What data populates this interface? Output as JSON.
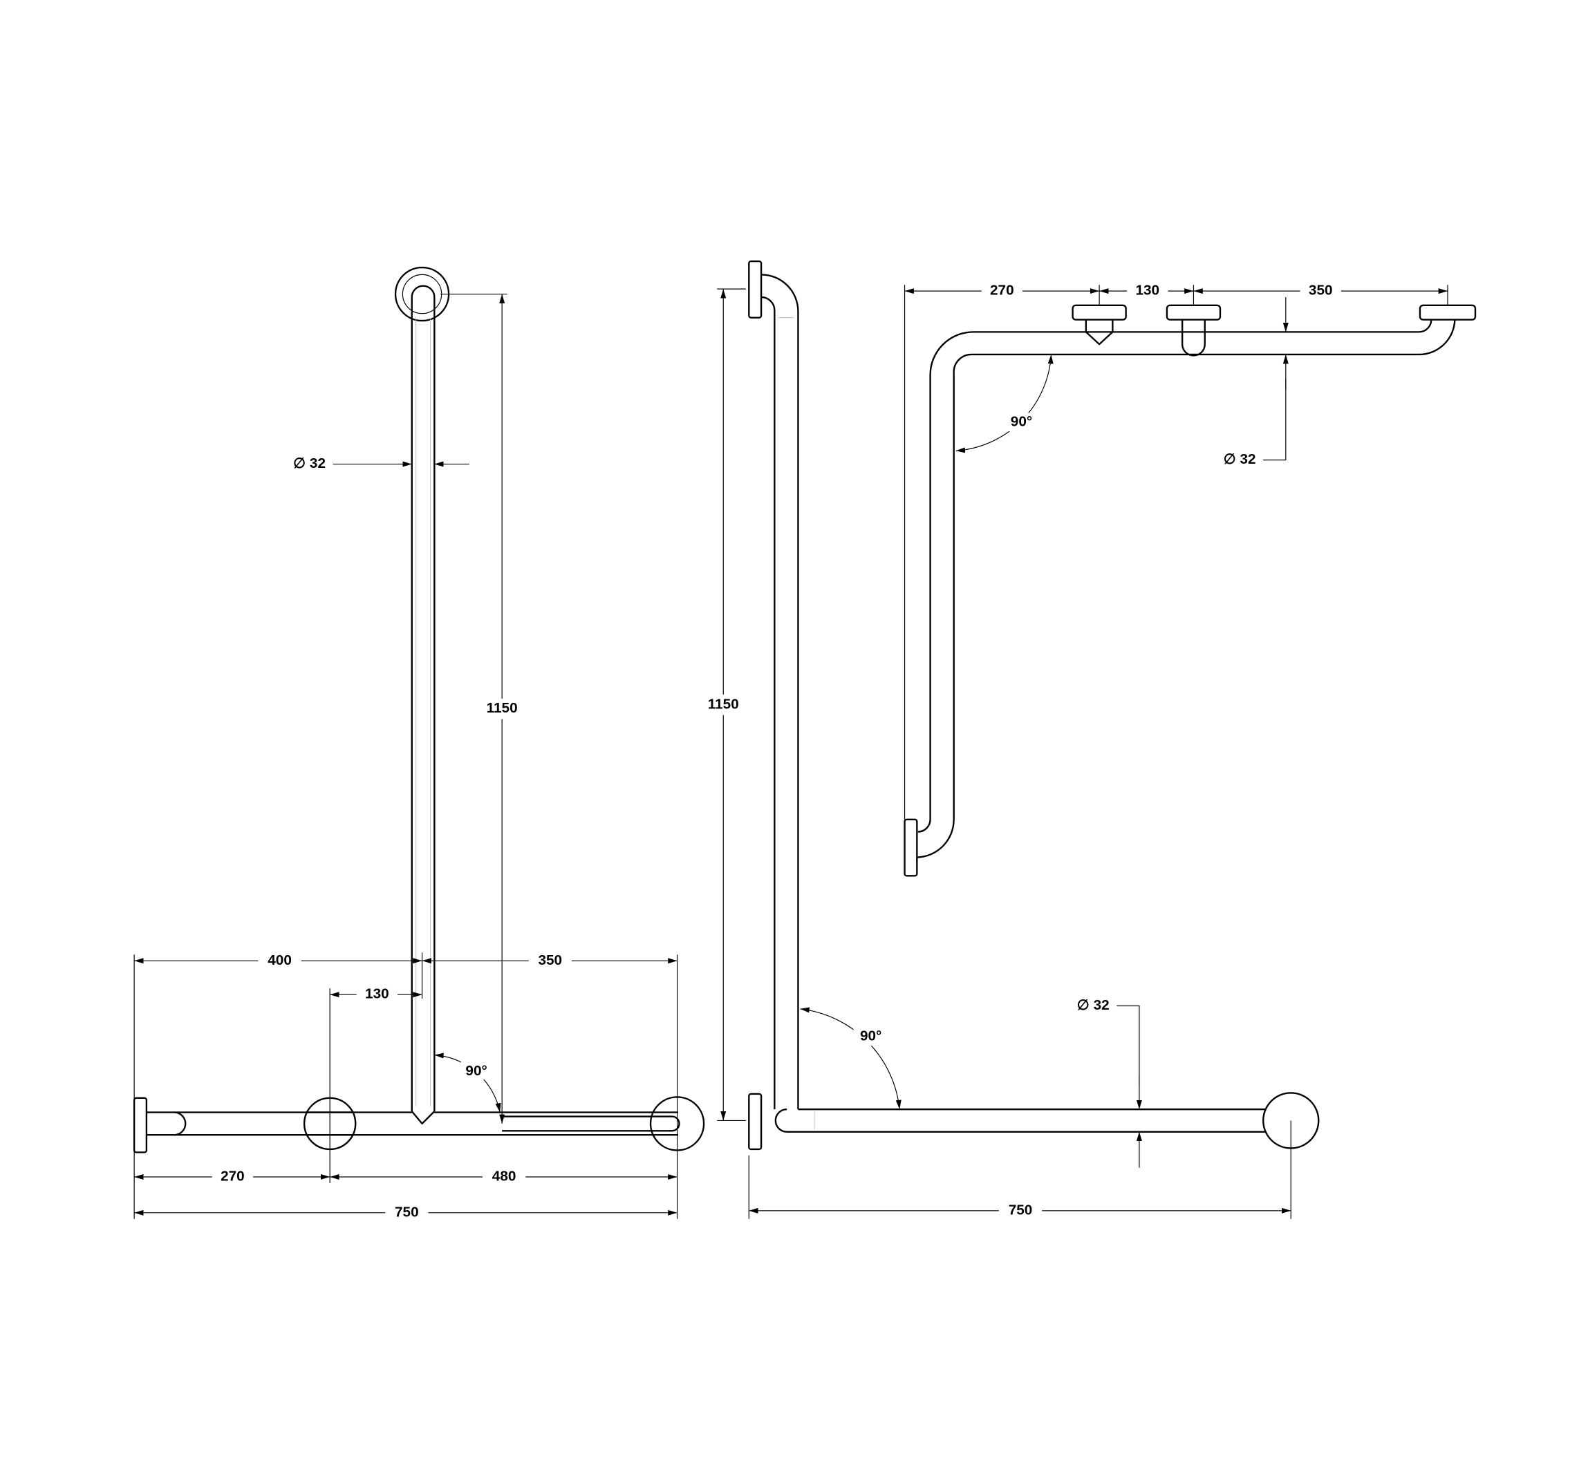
{
  "front_view": {
    "height": "1150",
    "diameter": "∅ 32",
    "left_to_vertical": "400",
    "vertical_to_right": "350",
    "rosette_to_vertical": "130",
    "angle": "90°",
    "left_to_rosette": "270",
    "rosette_to_right": "480",
    "total_width": "750"
  },
  "side_view": {
    "height": "1150",
    "angle": "90°",
    "diameter": "∅ 32",
    "total_width": "750"
  },
  "top_view": {
    "left_to_bracket1": "270",
    "bracket1_to_bracket2": "130",
    "bracket2_to_end": "350",
    "angle": "90°",
    "diameter": "∅ 32"
  }
}
